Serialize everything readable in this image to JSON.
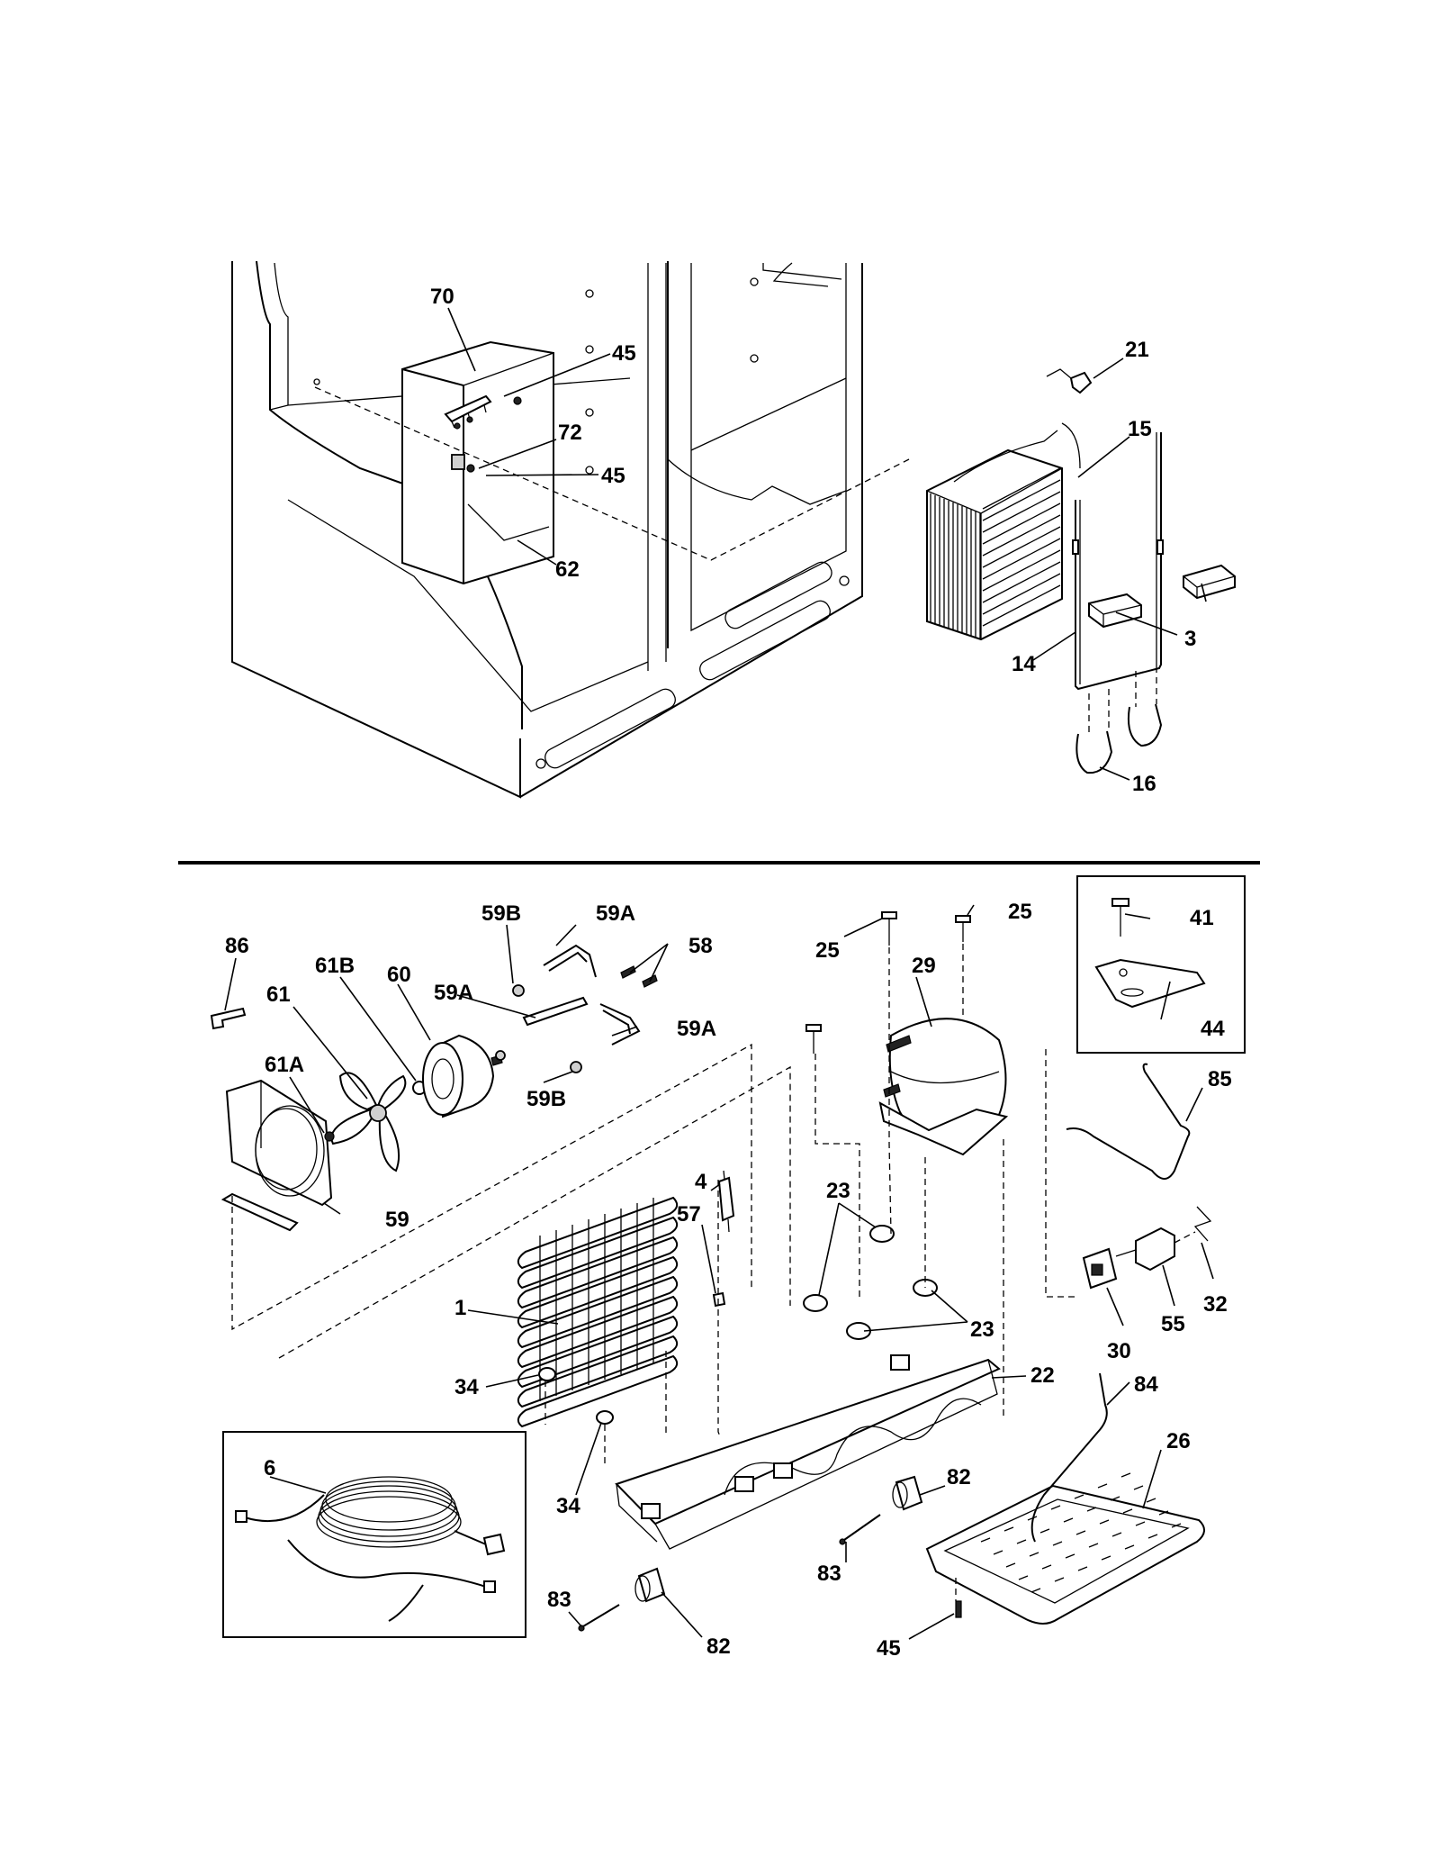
{
  "labels": {
    "l70": "70",
    "l45a": "45",
    "l72": "72",
    "l45b": "45",
    "l62": "62",
    "l21": "21",
    "l15": "15",
    "l3": "3",
    "l14": "14",
    "l16": "16",
    "l59Ba": "59B",
    "l59Aa": "59A",
    "l86": "86",
    "l58": "58",
    "l61B": "61B",
    "l60": "60",
    "l59Ab": "59A",
    "l61": "61",
    "l59Ac": "59A",
    "l61A": "61A",
    "l59Bb": "59B",
    "l59": "59",
    "l25a": "25",
    "l25b": "25",
    "l29": "29",
    "l41": "41",
    "l44": "44",
    "l85": "85",
    "l4": "4",
    "l57": "57",
    "l23a": "23",
    "l23b": "23",
    "l1": "1",
    "l30": "30",
    "l55": "55",
    "l32": "32",
    "l34a": "34",
    "l22": "22",
    "l84": "84",
    "l26": "26",
    "l6": "6",
    "l34b": "34",
    "l82a": "82",
    "l83a": "83",
    "l83b": "83",
    "l82b": "82",
    "l45c": "45"
  }
}
